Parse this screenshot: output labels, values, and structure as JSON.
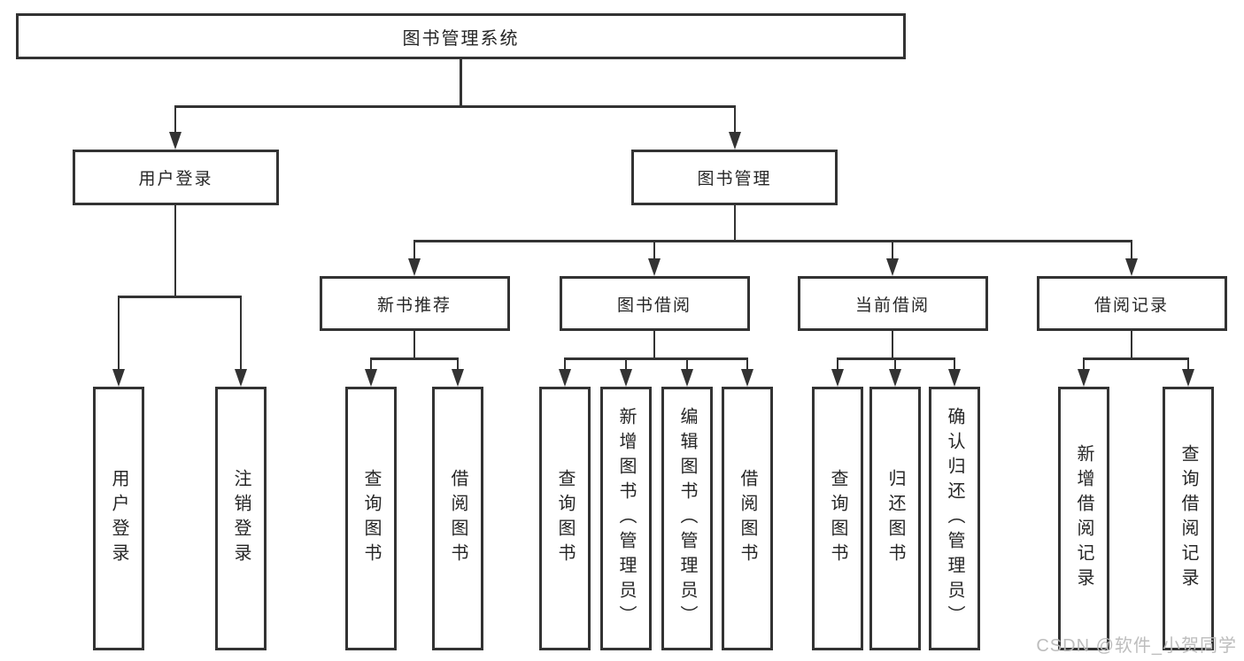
{
  "tree": {
    "root": {
      "label": "图书管理系统"
    },
    "children": [
      {
        "label": "用户登录",
        "children": [
          {
            "label": "用户登录"
          },
          {
            "label": "注销登录"
          }
        ]
      },
      {
        "label": "图书管理",
        "children": [
          {
            "label": "新书推荐",
            "children": [
              {
                "label": "查询图书"
              },
              {
                "label": "借阅图书"
              }
            ]
          },
          {
            "label": "图书借阅",
            "children": [
              {
                "label": "查询图书"
              },
              {
                "label": "新增图书（管理员）"
              },
              {
                "label": "编辑图书（管理员）"
              },
              {
                "label": "借阅图书"
              }
            ]
          },
          {
            "label": "当前借阅",
            "children": [
              {
                "label": "查询图书"
              },
              {
                "label": "归还图书"
              },
              {
                "label": "确认归还（管理员）"
              }
            ]
          },
          {
            "label": "借阅记录",
            "children": [
              {
                "label": "新增借阅记录"
              },
              {
                "label": "查询借阅记录"
              }
            ]
          }
        ]
      }
    ]
  },
  "watermark": {
    "text": "CSDN @软件_小贺同学"
  },
  "colors": {
    "line": "#333333",
    "box_border": "#333333",
    "text": "#262626",
    "watermark": "#b9b9b9",
    "background": "#ffffff"
  }
}
